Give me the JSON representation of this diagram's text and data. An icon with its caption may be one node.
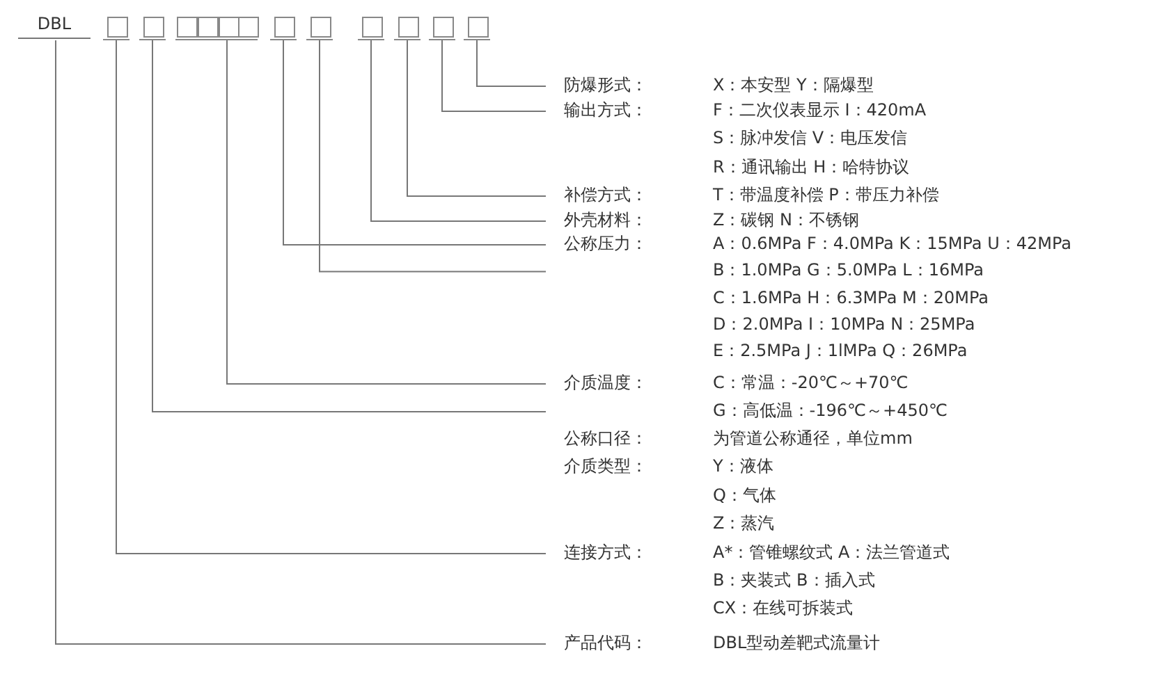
{
  "diagram": {
    "nodes": [
      {
        "text": [
          "DBL"
        ]
      },
      {
        "text": [],
        "shape": "box"
      },
      {
        "text": [],
        "shape": "box"
      },
      {
        "text": [],
        "shape": "box"
      },
      {
        "text": [],
        "shape": "box"
      },
      {
        "text": [],
        "shape": "box"
      },
      {
        "text": [],
        "shape": "box"
      },
      {
        "text": [],
        "shape": "box"
      },
      {
        "text": [],
        "shape": "box"
      },
      {
        "text": [],
        "shape": "box"
      },
      {
        "text": [],
        "shape": "box"
      },
      {
        "text": [],
        "shape": "box"
      },
      {
        "text": [],
        "shape": "box"
      },
      {
        "text": [
          "防爆形式：",
          "X：本安型 Y：隔爆型"
        ]
      },
      {
        "text": [
          "输出方式：",
          "F：二次仪表显示 I：420mA",
          "S：脉冲发信 V：电压发信",
          "R：通讯输出 H：哈特协议"
        ]
      },
      {
        "text": [
          "补偿方式：",
          "T：带温度补偿 P：带压力补偿"
        ]
      },
      {
        "text": [
          "外壳材料：",
          "Z：碳钢 N：不锈钢"
        ]
      },
      {
        "text": [
          "公称压力：",
          "A：0.6MPa F：4.0MPa K：15MPa U：42MPa",
          "B：1.0MPa G：5.0MPa L：16MPa",
          "C：1.6MPa H：6.3MPa M：20MPa",
          "D：2.0MPa I：10MPa N：25MPa",
          "E：2.5MPa J：1lMPa Q：26MPa"
        ]
      },
      {
        "text": [
          "介质温度：",
          "C：常温：-20℃～+70℃",
          "G：高低温：-196℃～+450℃"
        ]
      },
      {
        "text": [
          "公称口径：",
          "为管道公称通径，单位mm"
        ]
      },
      {
        "text": [
          "介质类型：",
          "Y：液体",
          "Q：气体",
          "Z：蒸汽"
        ]
      },
      {
        "text": [
          "连接方式：",
          "A*：管锥螺纹式 A：法兰管道式",
          "B：夹装式 B：插入式",
          "CX：在线可拆装式"
        ]
      },
      {
        "text": [
          "产品代码：",
          "DBL型动差靶式流量计"
        ]
      }
    ],
    "edges": [
      {
        "from": 12,
        "to": 13,
        "arrow": "none"
      },
      {
        "from": 11,
        "to": 14,
        "arrow": "none"
      },
      {
        "from": 10,
        "to": 15,
        "arrow": "none"
      },
      {
        "from": 9,
        "to": 16,
        "arrow": "none"
      },
      {
        "from": 8,
        "to": 17,
        "arrow": "none"
      },
      {
        "from": 7,
        "to": 17,
        "arrow": "none"
      },
      {
        "from": 4,
        "to": 18,
        "arrow": "none"
      },
      {
        "from": 2,
        "to": 18,
        "arrow": "none"
      },
      {
        "from": 1,
        "to": 21,
        "arrow": "none"
      },
      {
        "from": 0,
        "to": 22,
        "arrow": "none"
      }
    ]
  }
}
